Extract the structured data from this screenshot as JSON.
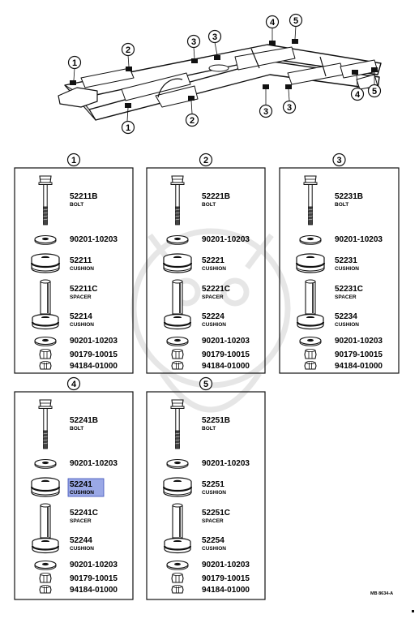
{
  "frame": {
    "callouts": [
      "1",
      "2",
      "3",
      "3",
      "4",
      "5",
      "1",
      "2",
      "3",
      "3",
      "4",
      "5"
    ]
  },
  "panels": [
    {
      "number": "1",
      "parts": [
        {
          "code": "52211B",
          "desc": "BOLT"
        },
        {
          "code": "90201-10203",
          "desc": ""
        },
        {
          "code": "52211",
          "desc": "CUSHION"
        },
        {
          "code": "52211C",
          "desc": "SPACER"
        },
        {
          "code": "52214",
          "desc": "CUSHION"
        },
        {
          "code": "90201-10203",
          "desc": ""
        },
        {
          "code": "90179-10015",
          "desc": ""
        },
        {
          "code": "94184-01000",
          "desc": ""
        }
      ]
    },
    {
      "number": "2",
      "parts": [
        {
          "code": "52221B",
          "desc": "BOLT"
        },
        {
          "code": "90201-10203",
          "desc": ""
        },
        {
          "code": "52221",
          "desc": "CUSHION"
        },
        {
          "code": "52221C",
          "desc": "SPACER"
        },
        {
          "code": "52224",
          "desc": "CUSHION"
        },
        {
          "code": "90201-10203",
          "desc": ""
        },
        {
          "code": "90179-10015",
          "desc": ""
        },
        {
          "code": "94184-01000",
          "desc": ""
        }
      ]
    },
    {
      "number": "3",
      "parts": [
        {
          "code": "52231B",
          "desc": "BOLT"
        },
        {
          "code": "90201-10203",
          "desc": ""
        },
        {
          "code": "52231",
          "desc": "CUSHION"
        },
        {
          "code": "52231C",
          "desc": "SPACER"
        },
        {
          "code": "52234",
          "desc": "CUSHION"
        },
        {
          "code": "90201-10203",
          "desc": ""
        },
        {
          "code": "90179-10015",
          "desc": ""
        },
        {
          "code": "94184-01000",
          "desc": ""
        }
      ]
    },
    {
      "number": "4",
      "highlight_part": 2,
      "parts": [
        {
          "code": "52241B",
          "desc": "BOLT"
        },
        {
          "code": "90201-10203",
          "desc": ""
        },
        {
          "code": "52241",
          "desc": "CUSHION"
        },
        {
          "code": "52241C",
          "desc": "SPACER"
        },
        {
          "code": "52244",
          "desc": "CUSHION"
        },
        {
          "code": "90201-10203",
          "desc": ""
        },
        {
          "code": "90179-10015",
          "desc": ""
        },
        {
          "code": "94184-01000",
          "desc": ""
        }
      ]
    },
    {
      "number": "5",
      "parts": [
        {
          "code": "52251B",
          "desc": "BOLT"
        },
        {
          "code": "90201-10203",
          "desc": ""
        },
        {
          "code": "52251",
          "desc": "CUSHION"
        },
        {
          "code": "52251C",
          "desc": "SPACER"
        },
        {
          "code": "52254",
          "desc": "CUSHION"
        },
        {
          "code": "90201-10203",
          "desc": ""
        },
        {
          "code": "90179-10015",
          "desc": ""
        },
        {
          "code": "94184-01000",
          "desc": ""
        }
      ]
    }
  ],
  "footer": {
    "code": "MB 8634-A"
  },
  "colors": {
    "ink": "#111111",
    "highlight": "#9aa8e6",
    "highlight_border": "#3a4fb8",
    "watermark": "#e7e7e7"
  }
}
